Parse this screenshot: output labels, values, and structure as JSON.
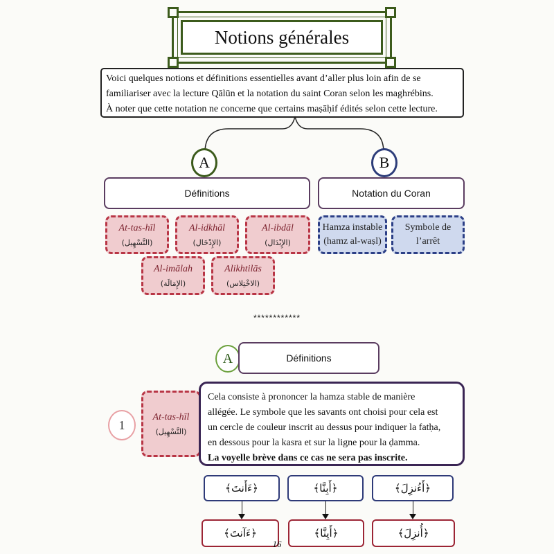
{
  "title": "Notions générales",
  "intro": {
    "line1": "Voici quelques notions et définitions essentielles avant d’aller plus loin afin de se",
    "line2": "familiariser avec la lecture Qālūn et la notation du saint Coran selon les maghrébins.",
    "line3": "À noter que cette notation ne concerne que certains maṣāḥif édités selon cette lecture."
  },
  "branches": {
    "a_letter": "A",
    "b_letter": "B",
    "a_label": "Définitions",
    "b_label": "Notation du Coran"
  },
  "definitions": [
    {
      "translit": "At-tas-hīl",
      "arabic": "(التَّسْهِيل)"
    },
    {
      "translit": "Al-idkhāl",
      "arabic": "(الإِدْخَال)"
    },
    {
      "translit": "Al-ibdāl",
      "arabic": "(الإِبْدَال)"
    },
    {
      "translit": "Al-imālah",
      "arabic": "(الإِمَالَة)"
    },
    {
      "translit": "Alikhtilās",
      "arabic": "(الاخْتِلاس)"
    }
  ],
  "notation": [
    {
      "line1": "Hamza instable",
      "line2": "(hamz al-waṣl)"
    },
    {
      "line1": "Symbole de",
      "line2": "l’arrêt"
    }
  ],
  "separator": "************",
  "section": {
    "letter": "A",
    "label": "Définitions",
    "number": "1",
    "term_translit": "At-tas-hīl",
    "term_arabic": "(التَّسْهِيل)",
    "desc_line1": "Cela consiste à prononcer la hamza stable de manière",
    "desc_line2": "allégée. Le symbole que les savants ont choisi pour cela est",
    "desc_line3": "un cercle de couleur inscrit au dessus pour indiquer la fatḥa,",
    "desc_line4": "en dessous pour la kasra et sur la ligne pour la ḍamma.",
    "desc_line5": "La voyelle brève dans ce cas ne sera pas inscrite."
  },
  "examples_top": [
    "﴿ءَأَنتَ﴾",
    "﴿أَبِنَّا﴾",
    "﴿أَءُنزِلَ﴾"
  ],
  "examples_bottom": [
    "﴿ءَآنتَ﴾",
    "﴿أَيِنَّا﴾",
    "﴿أُنزِلَ﴾"
  ],
  "page_number": "16"
}
